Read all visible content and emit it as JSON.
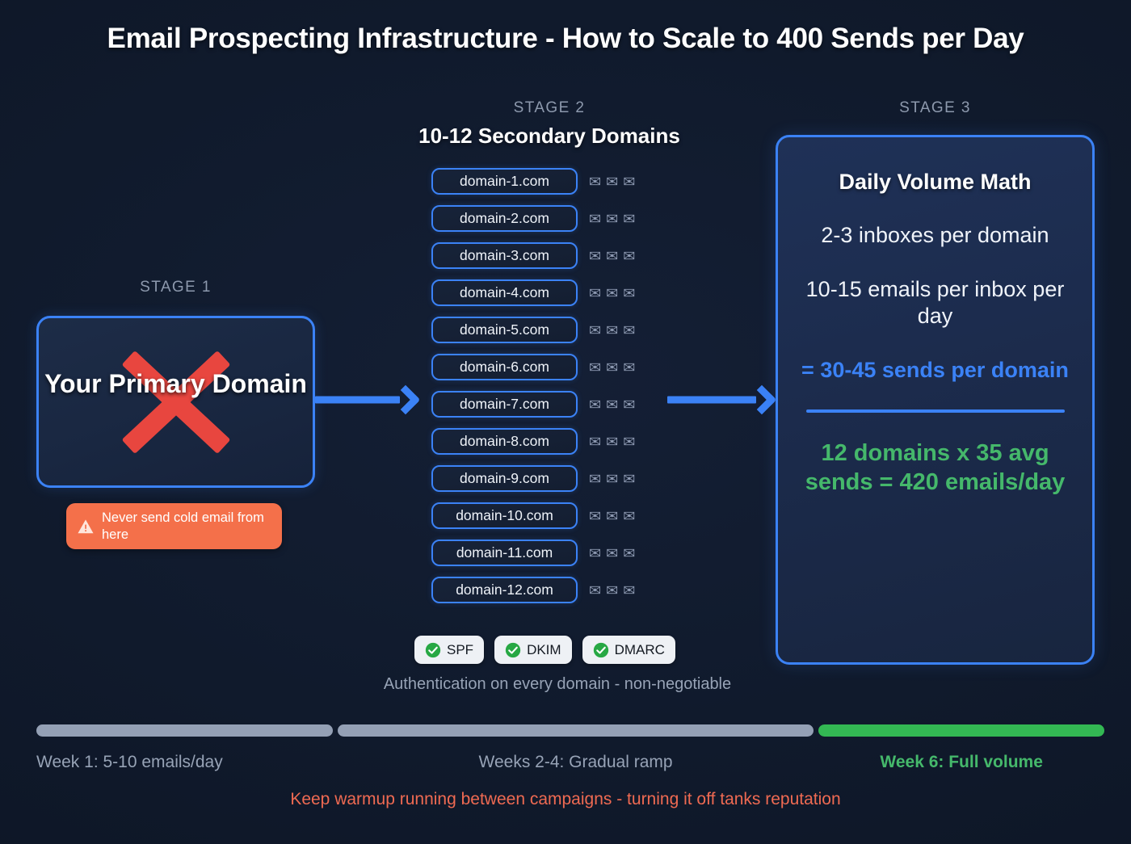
{
  "title": "Email Prospecting Infrastructure - How to Scale to 400 Sends per Day",
  "colors": {
    "background": "#0e1626",
    "accent_blue": "#3b82f6",
    "green": "#45b86b",
    "red_x": "#e8463f",
    "warning_orange": "#f4704a",
    "footer_red": "#ef6a52",
    "muted_text": "#97a3b6",
    "timeline_grey": "#94a0b5",
    "timeline_green": "#33b853"
  },
  "stage1": {
    "label": "STAGE 1",
    "card_text": "Your Primary Domain",
    "cross_icon": "red-x-icon",
    "warning": {
      "icon": "warning-triangle-icon",
      "text": "Never send cold email from here"
    }
  },
  "stage2": {
    "label": "STAGE 2",
    "heading": "10-12 Secondary Domains",
    "envelope_icon": "envelope-icon",
    "envelopes_per_domain": 3,
    "domains": [
      "domain-1.com",
      "domain-2.com",
      "domain-3.com",
      "domain-4.com",
      "domain-5.com",
      "domain-6.com",
      "domain-7.com",
      "domain-8.com",
      "domain-9.com",
      "domain-10.com",
      "domain-11.com",
      "domain-12.com"
    ],
    "auth_badges": [
      {
        "label": "SPF",
        "icon": "green-check-circle-icon"
      },
      {
        "label": "DKIM",
        "icon": "green-check-circle-icon"
      },
      {
        "label": "DMARC",
        "icon": "green-check-circle-icon"
      }
    ],
    "auth_note": "Authentication on every domain - non-negotiable"
  },
  "stage3": {
    "label": "STAGE 3",
    "card_title": "Daily Volume Math",
    "line_1": "2-3 inboxes per domain",
    "line_2": "10-15 emails per inbox per day",
    "result": "= 30-45 sends per domain",
    "total": "12 domains x 35 avg sends = 420 emails/day"
  },
  "arrows": {
    "arrow_1": "arrow-right-icon",
    "arrow_2": "arrow-right-icon"
  },
  "timeline": {
    "segments": [
      {
        "label": "Week 1: 5-10 emails/day",
        "color": "grey",
        "width_pct": 28,
        "align": "left"
      },
      {
        "label": "Weeks 2-4: Gradual ramp",
        "color": "grey",
        "width_pct": 45,
        "align": "center"
      },
      {
        "label": "Week 6: Full volume",
        "color": "green",
        "width_pct": 27,
        "align": "green"
      }
    ]
  },
  "footer_note": "Keep warmup running between campaigns - turning it off tanks reputation"
}
